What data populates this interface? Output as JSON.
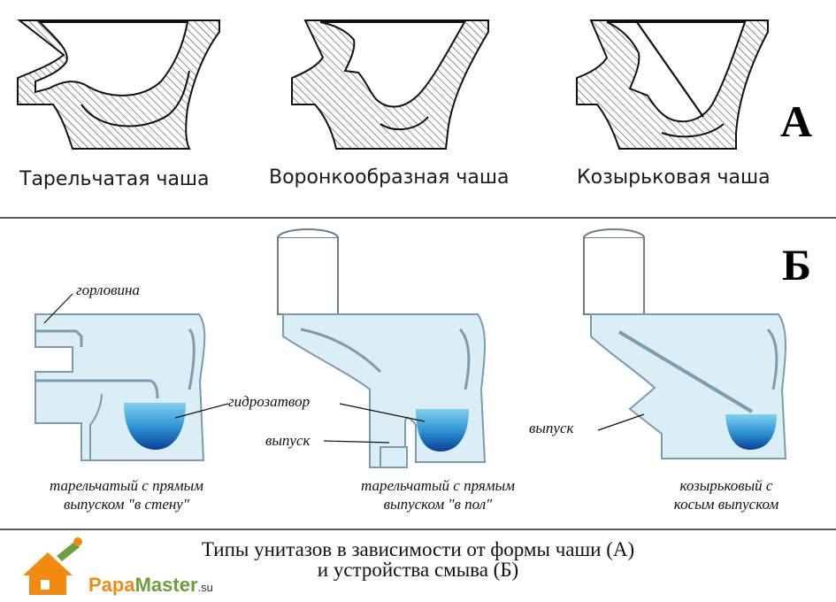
{
  "section_a": {
    "letter": "А",
    "captions": [
      "Тарельчатая чаша",
      "Воронкообразная чаша",
      "Козырьковая чаша"
    ]
  },
  "section_b": {
    "letter": "Б",
    "labels": {
      "neck": "горловина",
      "water_seal": "гидрозатвор",
      "outlet_1": "выпуск",
      "outlet_2": "выпуск"
    },
    "captions": [
      {
        "line1": "тарельчатый с прямым",
        "line2": "выпуском \"в стену\""
      },
      {
        "line1": "тарельчатый с прямым",
        "line2": "выпуском \"в пол\""
      },
      {
        "line1": "козырьковый с",
        "line2": "косым выпуском"
      }
    ]
  },
  "footer": {
    "title_line1": "Типы унитазов в зависимости от формы чаши (А)",
    "title_line2": "и устройства смыва (Б)"
  },
  "logo": {
    "part1": "Papa",
    "part2": "Master",
    "suffix": ".su"
  },
  "colors": {
    "hatch": "#444444",
    "body_fill": "#dbeef5",
    "body_stroke": "#7a9bb0",
    "water_light": "#6fc3e6",
    "water_dark": "#0b4ea0",
    "tank_stroke": "#6d7f8c",
    "logo_orange": "#f28a12",
    "logo_green": "#6aa13a"
  }
}
